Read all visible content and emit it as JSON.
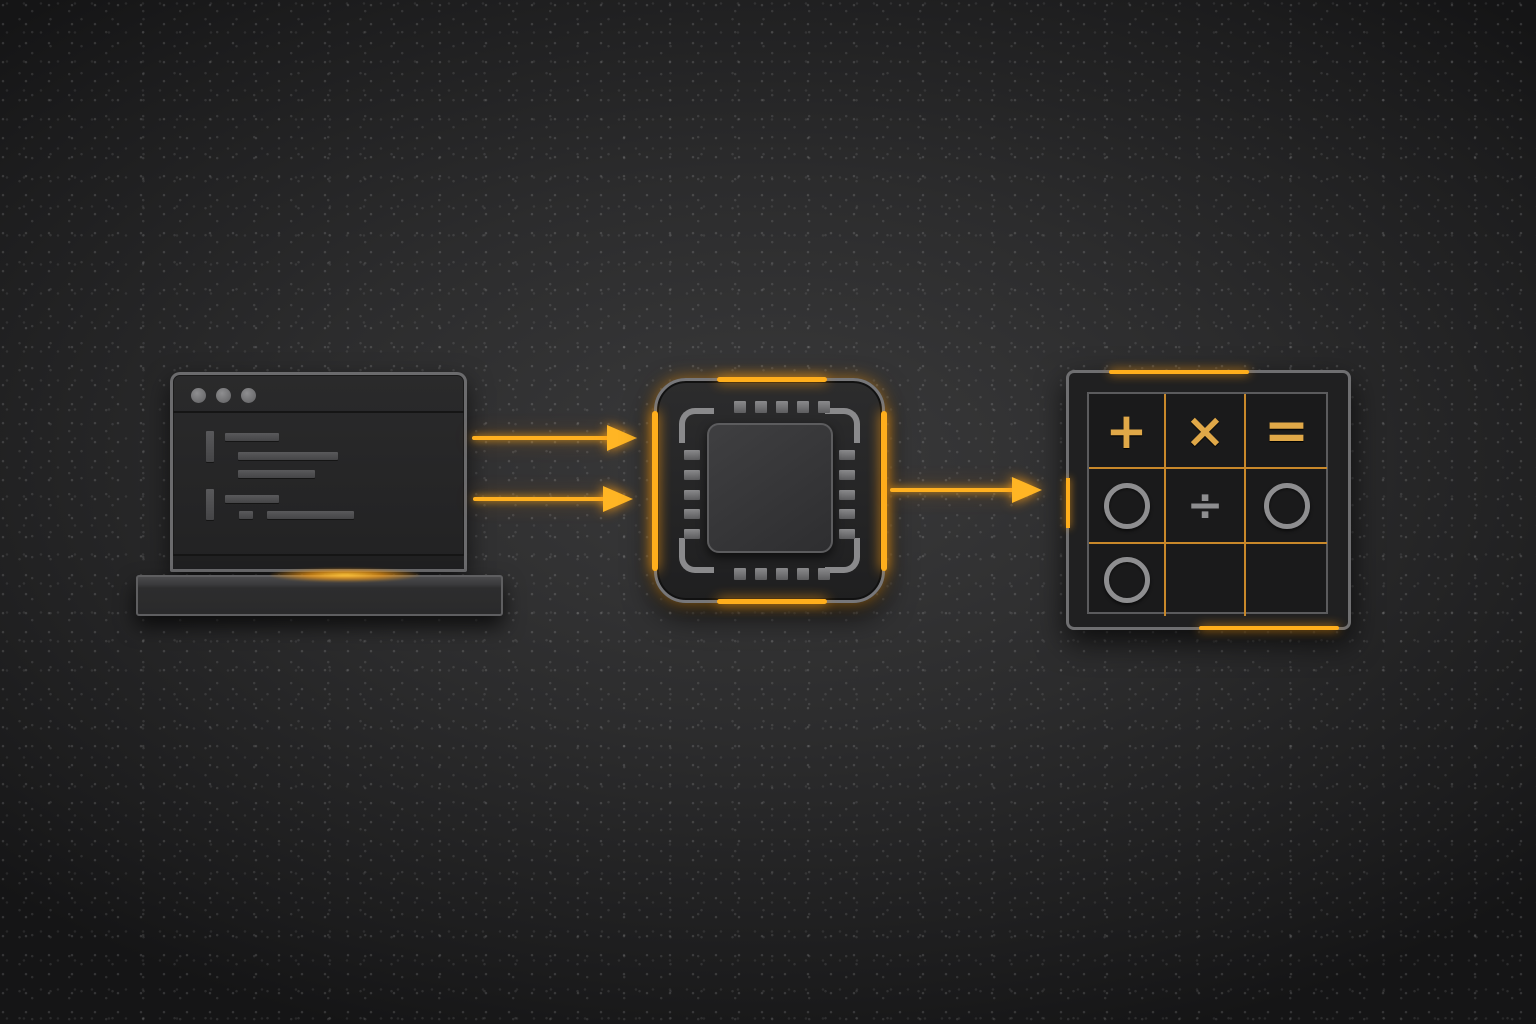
{
  "diagram": {
    "description": "Code editor/laptop sends two inputs to a processor chip, which outputs to a grid of math operators",
    "colors": {
      "background": "#2c2c2d",
      "accent": "#ffb020",
      "metal": "#77777a",
      "grid_line": "#c8882a",
      "gold_symbol": "#e0a848",
      "silver_symbol": "#8e8e90"
    },
    "nodes": [
      {
        "id": "laptop",
        "icon": "laptop-code-editor-icon",
        "window_dots": 3,
        "code_lines": 6
      },
      {
        "id": "chip",
        "icon": "cpu-chip-icon",
        "pins_per_side": 5
      },
      {
        "id": "grid",
        "icon": "operator-grid-icon",
        "rows": 3,
        "cols": 3
      }
    ],
    "edges": [
      {
        "from": "laptop",
        "to": "chip",
        "label": ""
      },
      {
        "from": "laptop",
        "to": "chip",
        "label": ""
      },
      {
        "from": "chip",
        "to": "grid",
        "label": ""
      }
    ],
    "grid_cells": {
      "r1c1": "+",
      "r1c2": "×",
      "r1c3": "=",
      "r2c1": "○",
      "r2c2": "÷",
      "r2c3": "○",
      "r3c1": "○",
      "r3c2": "",
      "r3c3": ""
    }
  }
}
